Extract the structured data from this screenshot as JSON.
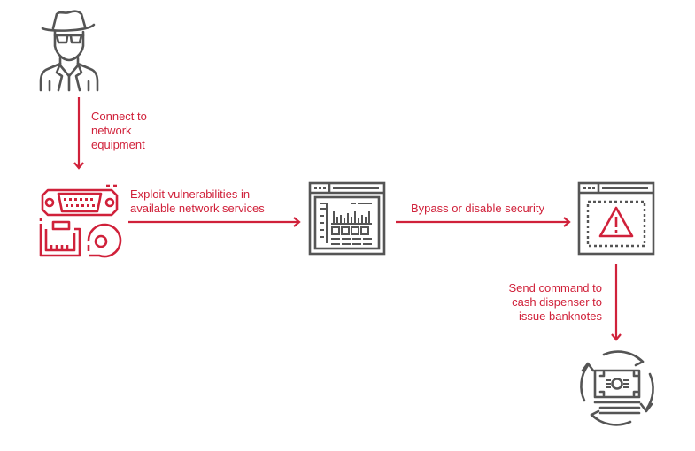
{
  "colors": {
    "accent": "#d0213a",
    "icon_gray": "#555555"
  },
  "nodes": [
    {
      "id": "attacker",
      "icon": "spy-icon",
      "color": "gray"
    },
    {
      "id": "network-equipment",
      "icon": "network-ports-icon",
      "color": "accent"
    },
    {
      "id": "network-service",
      "icon": "dashboard-window-icon",
      "color": "gray"
    },
    {
      "id": "security",
      "icon": "warning-window-icon",
      "color": "gray"
    },
    {
      "id": "cash-dispenser",
      "icon": "cash-cycle-icon",
      "color": "gray"
    }
  ],
  "steps": [
    {
      "label_lines": [
        "Connect to",
        "network",
        "equipment"
      ],
      "from": "attacker",
      "to": "network-equipment"
    },
    {
      "label_lines": [
        "Exploit vulnerabilities in",
        "available network services"
      ],
      "from": "network-equipment",
      "to": "network-service"
    },
    {
      "label_lines": [
        "Bypass or disable security"
      ],
      "from": "network-service",
      "to": "security"
    },
    {
      "label_lines": [
        "Send command to",
        "cash dispenser to",
        "issue banknotes"
      ],
      "from": "security",
      "to": "cash-dispenser"
    }
  ]
}
